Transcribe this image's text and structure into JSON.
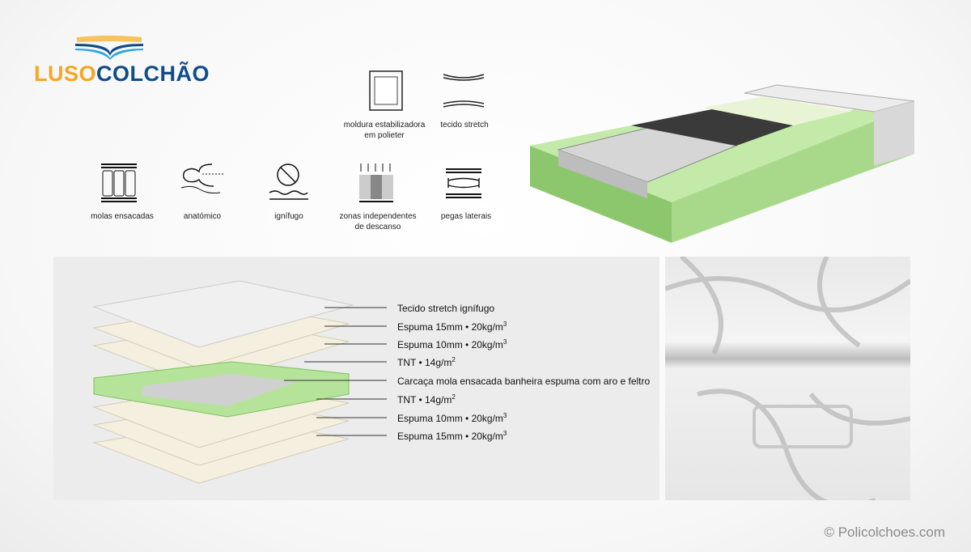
{
  "brand": {
    "part1": "LUSO",
    "part2": "COLCHÃO",
    "color1": "#f5a623",
    "color2": "#0e4c8a"
  },
  "features": [
    {
      "icon": "frame-icon",
      "label_line1": "moldura estabilizadora",
      "label_line2": "em polieter"
    },
    {
      "icon": "stretch-fabric-icon",
      "label_line1": "tecido stretch",
      "label_line2": ""
    },
    {
      "icon": "pocket-springs-icon",
      "label_line1": "molas ensacadas",
      "label_line2": ""
    },
    {
      "icon": "anatomic-icon",
      "label_line1": "anatómico",
      "label_line2": ""
    },
    {
      "icon": "fireproof-icon",
      "label_line1": "ignífugo",
      "label_line2": ""
    },
    {
      "icon": "zones-icon",
      "label_line1": "zonas independentes",
      "label_line2": "de descanso"
    },
    {
      "icon": "side-handles-icon",
      "label_line1": "pegas laterais",
      "label_line2": ""
    }
  ],
  "layers": [
    {
      "text": "Tecido stretch ignífugo",
      "sup": ""
    },
    {
      "text": "Espuma 15mm • 20kg/m",
      "sup": "3"
    },
    {
      "text": "Espuma 10mm • 20kg/m",
      "sup": "3"
    },
    {
      "text": "TNT • 14g/m",
      "sup": "2"
    },
    {
      "text": "Carcaça mola ensacada banheira espuma com aro e feltro",
      "sup": ""
    },
    {
      "text": "TNT • 14g/m",
      "sup": "2"
    },
    {
      "text": "Espuma 10mm • 20kg/m",
      "sup": "3"
    },
    {
      "text": "Espuma 15mm • 20kg/m",
      "sup": "3"
    }
  ],
  "copyright": "© Policolchoes.com",
  "colors": {
    "foam_green": "#b6e39a",
    "green_edge": "#7dc35a",
    "panel": "#ececec"
  }
}
